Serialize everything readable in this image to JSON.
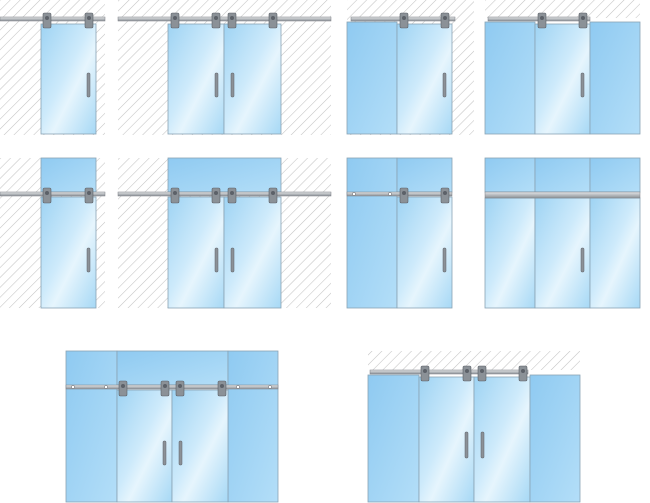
{
  "title": "",
  "colors": {
    "background": "#ffffff",
    "hatch": "#c3c3c3",
    "glass_light": "#e2f3fc",
    "glass_mid": "#b6e0f8",
    "glass_deep": "#94cdf1",
    "glass_stroke": "#8aa3b4",
    "rail": "#b8bcc0",
    "rail_stroke": "#7a7f84",
    "hardware": "#8b9197",
    "hardware_dark": "#5c6168"
  },
  "configurations": [
    {
      "id": "single-door-wall-mounted-track",
      "mount": "wall",
      "fixed_panels": 0,
      "sliding_panels": 1,
      "over_fixed_glass": false
    },
    {
      "id": "double-bi-parting-doors-wall-mounted-track",
      "mount": "wall",
      "fixed_panels": 0,
      "sliding_panels": 2,
      "over_fixed_glass": false
    },
    {
      "id": "door-with-fixed-side-panel-ceiling-track",
      "mount": "ceiling",
      "fixed_panels": 1,
      "sliding_panels": 1,
      "over_fixed_glass": false
    },
    {
      "id": "door-with-two-fixed-panels-ceiling-track",
      "mount": "ceiling",
      "fixed_panels": 2,
      "sliding_panels": 1,
      "over_fixed_glass": false
    },
    {
      "id": "single-door-with-fixed-transom",
      "mount": "glass",
      "fixed_panels": 1,
      "sliding_panels": 1,
      "over_fixed_glass": true
    },
    {
      "id": "double-doors-with-fixed-transom",
      "mount": "glass",
      "fixed_panels": 1,
      "sliding_panels": 2,
      "over_fixed_glass": true
    },
    {
      "id": "door-with-fixed-side-and-transom",
      "mount": "glass",
      "fixed_panels": 3,
      "sliding_panels": 1,
      "over_fixed_glass": true
    },
    {
      "id": "door-with-fixed-sides-and-header",
      "mount": "glass",
      "fixed_panels": 5,
      "sliding_panels": 1,
      "over_fixed_glass": true
    },
    {
      "id": "double-doors-with-fixed-sides-and-transoms",
      "mount": "glass",
      "fixed_panels": 5,
      "sliding_panels": 2,
      "over_fixed_glass": true
    },
    {
      "id": "double-doors-with-fixed-sides-ceiling-track",
      "mount": "ceiling",
      "fixed_panels": 2,
      "sliding_panels": 2,
      "over_fixed_glass": false
    }
  ]
}
